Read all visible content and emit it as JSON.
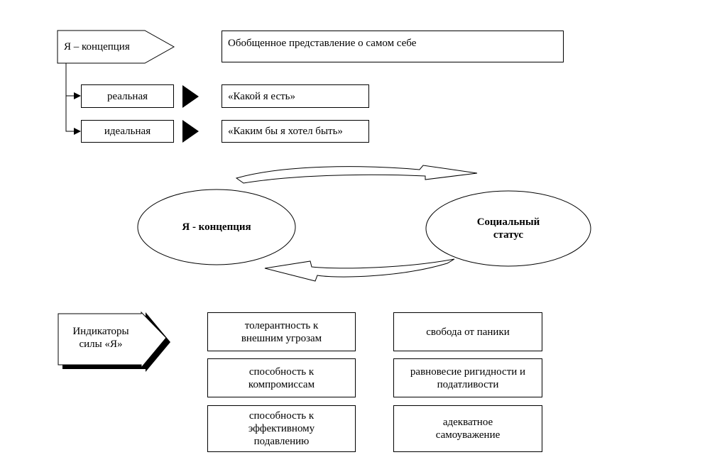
{
  "concept": {
    "label": "Я – концепция",
    "definition": "Обобщенное представление о самом себе",
    "types": [
      {
        "label": "реальная",
        "description": "«Какой я есть»"
      },
      {
        "label": "идеальная",
        "description": "«Каким бы я хотел быть»"
      }
    ]
  },
  "cycle": {
    "left": "Я - концепция",
    "right_line1": "Социальный",
    "right_line2": "статус"
  },
  "indicators": {
    "title_line1": "Индикаторы",
    "title_line2": "силы «Я»",
    "items_left": [
      {
        "line1": "толерантность к",
        "line2": "внешним угрозам"
      },
      {
        "line1": "способность к",
        "line2": "компромиссам"
      },
      {
        "line1": "способность к",
        "line2": "эффективному",
        "line3": "подавлению"
      }
    ],
    "items_right": [
      {
        "line1": "свобода от паники"
      },
      {
        "line1": "равновесие ригидности и",
        "line2": "податливости"
      },
      {
        "line1": "адекватное",
        "line2": "самоуважение"
      }
    ]
  }
}
